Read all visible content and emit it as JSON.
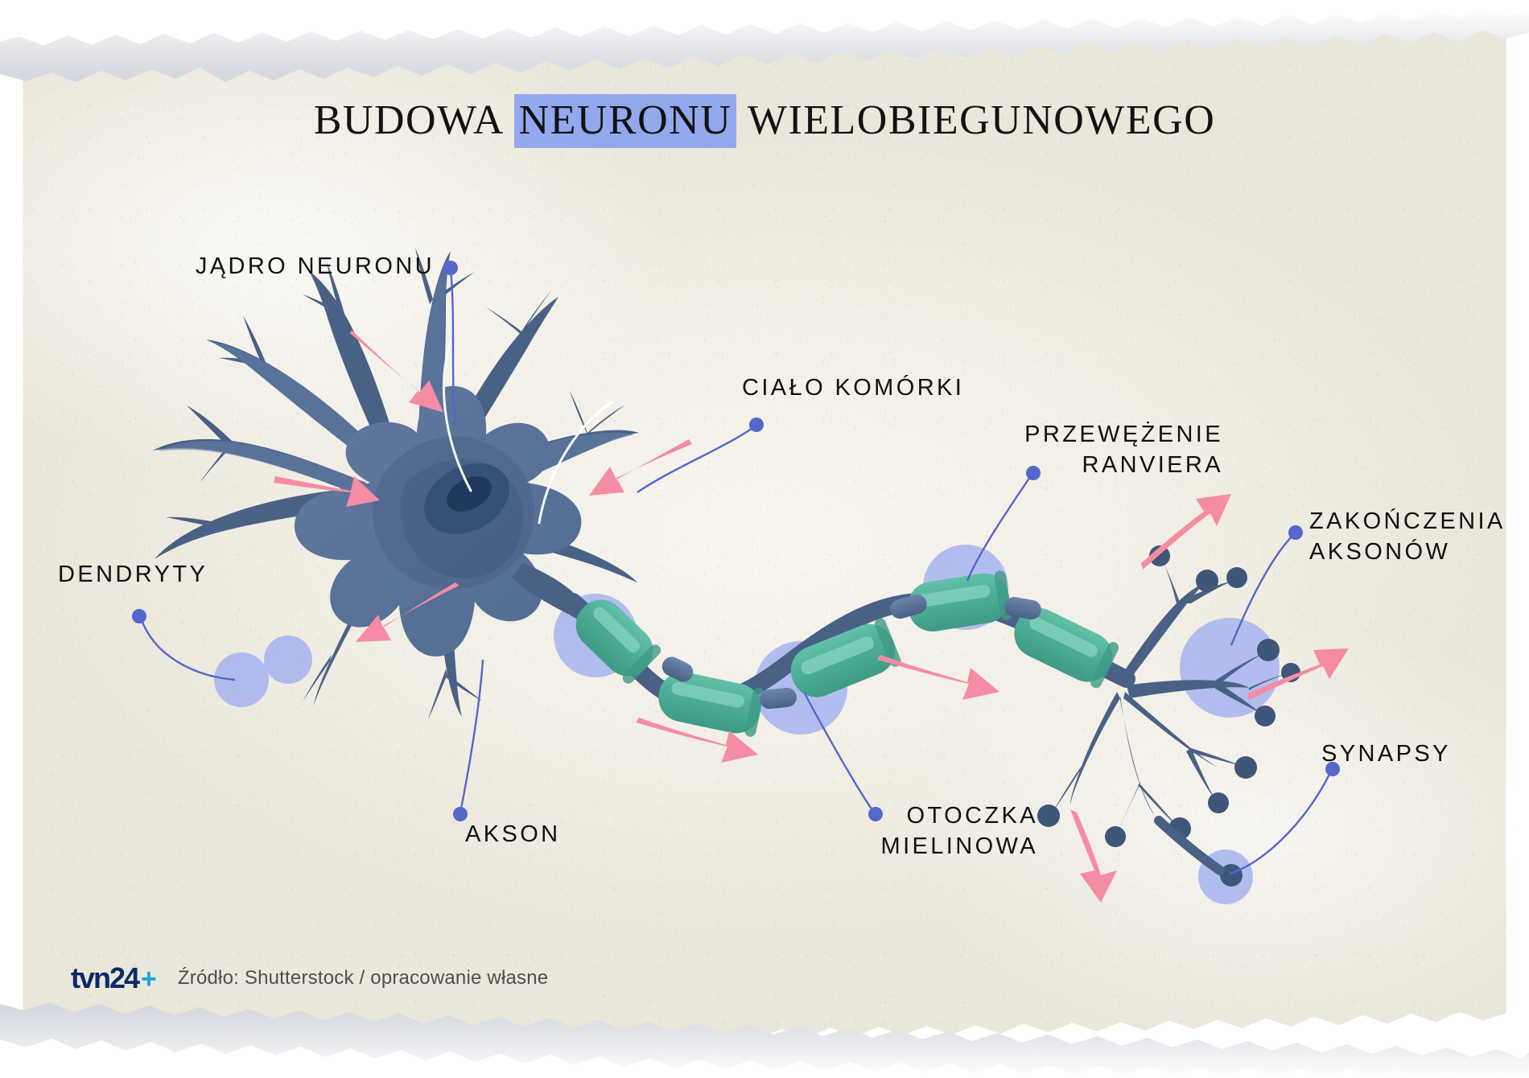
{
  "title": {
    "before": "BUDOWA ",
    "highlight": "NEURONU",
    "after": " WIELOBIEGUNOWEGO",
    "highlight_color": "#94a8ee"
  },
  "labels": [
    {
      "id": "jadro-neuronu",
      "text": "JĄDRO NEURONU"
    },
    {
      "id": "dendryty",
      "text": "DENDRYTY"
    },
    {
      "id": "cialo-komorki",
      "text": "CIAŁO KOMÓRKI"
    },
    {
      "id": "przewezenie-ranviera",
      "text": "PRZEWĘŻENIE\nRANVIERA"
    },
    {
      "id": "zakonczenia-aksonow",
      "text": "ZAKOŃCZENIA\nAKSONÓW"
    },
    {
      "id": "akson",
      "text": "AKSON"
    },
    {
      "id": "otoczka-mielinowa",
      "text": "OTOCZKA\nMIELINOWA"
    },
    {
      "id": "synapsy",
      "text": "SYNAPSY"
    }
  ],
  "footer": {
    "logo_text": "tvn24",
    "logo_plus": "+",
    "source": "Źródło: Shutterstock / opracowanie własne"
  },
  "palette": {
    "paper": "#f2efe6",
    "soma_fill": "#5b739d",
    "soma_shade": "#4a6186",
    "nucleus": "#2f4c70",
    "myelin": "#4cae97",
    "myelin_light": "#6fc6b1",
    "myelin_dark": "#3a8f7c",
    "axon_blue": "#5b739d",
    "halo": "#a8b5ef",
    "arrow_pink": "#f58ca4",
    "leader_line": "#5566cc",
    "text": "#101010",
    "logo_navy": "#0b2a6b",
    "logo_cyan": "#16a6e8"
  }
}
